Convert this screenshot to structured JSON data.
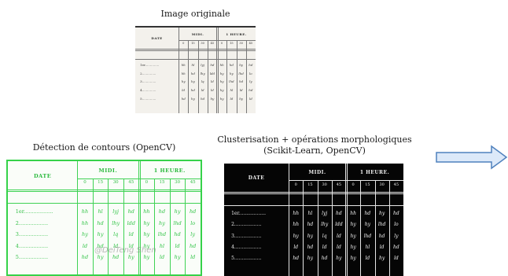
{
  "captions": {
    "original": "Image originale",
    "contours": "Détection de contours (OpenCV)",
    "cluster_line1": "Clusterisation + opérations morphologiques",
    "cluster_line2": "(Scikit-Learn, OpenCV)"
  },
  "table": {
    "date_header": "DATE",
    "midi_header": "MIDI.",
    "heure_header": "1 HEURE.",
    "minutes": [
      "0",
      "15",
      "30",
      "45",
      "0",
      "15",
      "30",
      "45"
    ],
    "rows": [
      {
        "label": "1er",
        "cells": [
          "hh",
          "hl",
          "lyj",
          "hd",
          "hh",
          "hd",
          "hy",
          "hd"
        ]
      },
      {
        "label": "2",
        "cells": [
          "hh",
          "hd",
          "lhy",
          "ldd",
          "hy",
          "hy",
          "lhd",
          "lo"
        ]
      },
      {
        "label": "3",
        "cells": [
          "hy",
          "hy",
          "lq",
          "ld",
          "hy",
          "lhd",
          "hd",
          "ly"
        ]
      },
      {
        "label": "4",
        "cells": [
          "ld",
          "hd",
          "ld",
          "ld",
          "hy",
          "hl",
          "ld",
          "hd"
        ]
      },
      {
        "label": "5",
        "cells": [
          "hd",
          "hy",
          "hd",
          "hy",
          "hy",
          "ld",
          "hy",
          "ld"
        ]
      }
    ]
  },
  "watermark": "@DeiTeng Shen",
  "colors": {
    "contour_green": "#36d24a",
    "arrow_fill": "#dce9f9",
    "arrow_stroke": "#4f81bd"
  }
}
